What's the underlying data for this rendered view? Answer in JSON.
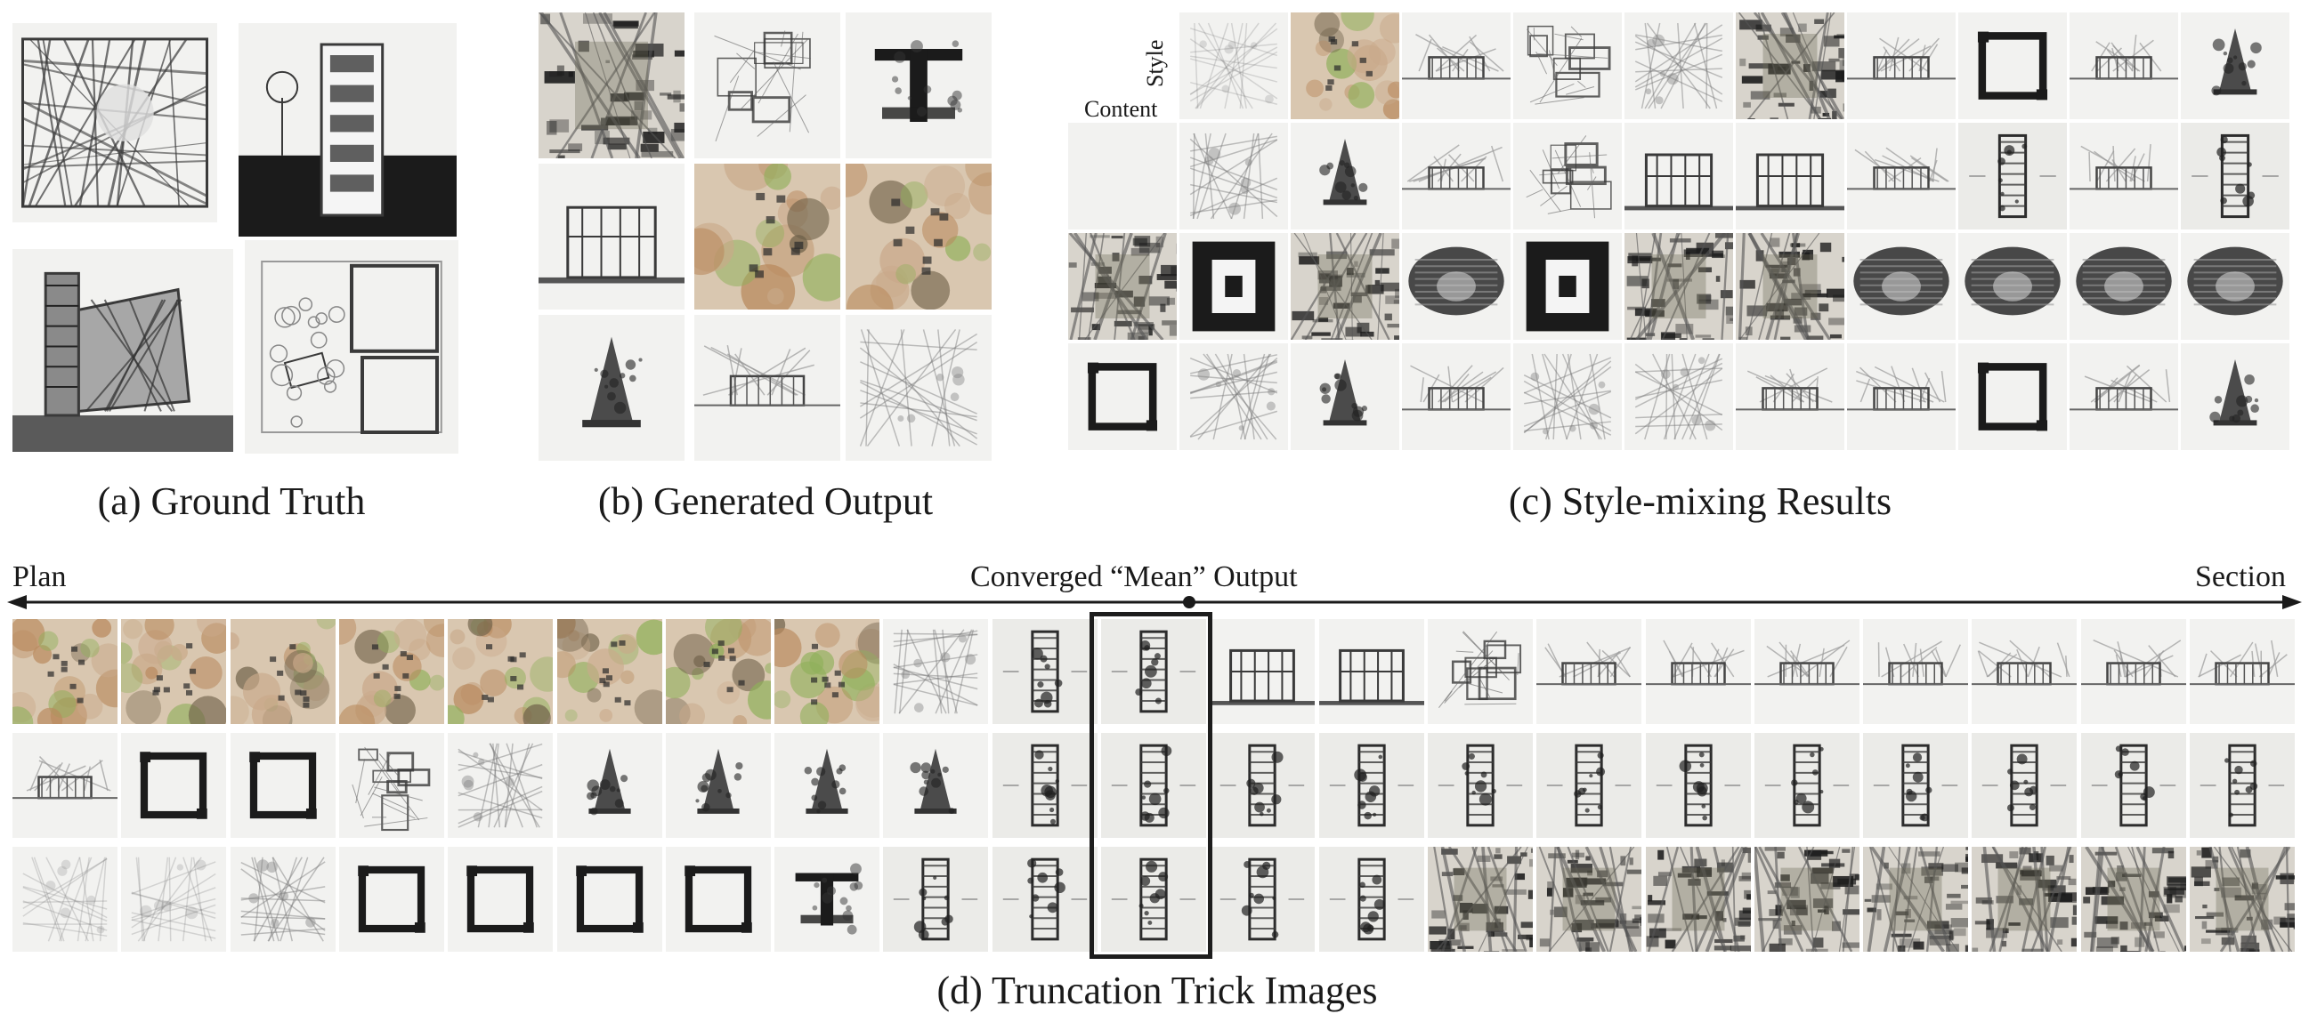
{
  "captions": {
    "a": "(a) Ground Truth",
    "b": "(b) Generated Output",
    "c": "(c) Style-mixing Results",
    "d": "(d) Truncation Trick Images"
  },
  "panel_c": {
    "style_label": "Style",
    "content_label": "Content"
  },
  "truncation_axis": {
    "left_label": "Plan",
    "center_label": "Converged “Mean” Output",
    "right_label": "Section"
  },
  "tints": {
    "plan": "#3a3a3a",
    "section": "#2a2a2a",
    "color_blotch": "#b98a5e",
    "green": "#8fb05a",
    "paper": "#f2f2f0",
    "dark_mass": "#1b1b1b"
  },
  "panel_a_tiles": [
    "plan-drawing",
    "section-drawing",
    "perspective-section-drawing",
    "garden-plan-drawing"
  ],
  "panel_b_tiles": [
    "dark-texture",
    "sketch-plan",
    "dark-glyph",
    "section-sketch",
    "color-texture",
    "color-blotch",
    "tree-sketch",
    "landscape-sketch",
    "faint-plan"
  ],
  "panel_c_rows": [
    [
      "blank",
      "faint-dots",
      "color-blotch",
      "landscape-sketch",
      "sketch-plan",
      "faint-plan",
      "dark-texture",
      "landscape-sketch",
      "square-ring",
      "landscape-sketch",
      "tree-sketch"
    ],
    [
      "blank",
      "faint-plan",
      "tree-sketch",
      "landscape-sketch",
      "sketch-plan",
      "section-sketch",
      "section-sketch",
      "landscape-sketch",
      "plan-column",
      "landscape-sketch",
      "plan-column"
    ],
    [
      "dark-texture",
      "dark-block",
      "dark-texture",
      "dark-blob",
      "dark-block",
      "dark-texture",
      "dark-texture",
      "dark-blob",
      "dark-blob",
      "dark-blob",
      "dark-blob"
    ],
    [
      "square-ring",
      "faint-plan",
      "tree-sketch",
      "landscape-sketch",
      "faint-plan",
      "faint-plan",
      "landscape-sketch",
      "landscape-sketch",
      "square-ring",
      "landscape-sketch",
      "tree-sketch"
    ]
  ],
  "panel_d_rows": [
    [
      "color-blotch",
      "color-blotch",
      "color-blotch",
      "color-blotch",
      "color-blotch",
      "color-blotch",
      "color-blotch",
      "color-blotch",
      "faint-plan",
      "plan-column",
      "plan-column",
      "section-sketch",
      "section-sketch",
      "sketch-plan",
      "landscape-sketch",
      "landscape-sketch",
      "landscape-sketch",
      "landscape-sketch",
      "landscape-sketch",
      "landscape-sketch",
      "landscape-sketch"
    ],
    [
      "landscape-sketch",
      "square-ring",
      "square-ring",
      "sketch-plan",
      "faint-plan",
      "tree-sketch",
      "tree-sketch",
      "tree-sketch",
      "tree-sketch",
      "plan-column",
      "plan-column",
      "plan-column",
      "plan-column",
      "plan-column",
      "plan-column",
      "plan-column",
      "plan-column",
      "plan-column",
      "plan-column",
      "plan-column",
      "plan-column"
    ],
    [
      "faint-dots",
      "faint-dots",
      "faint-plan",
      "square-ring",
      "square-ring",
      "square-ring",
      "square-ring",
      "dark-glyph",
      "plan-column",
      "plan-column",
      "plan-column",
      "plan-column",
      "plan-column",
      "dark-texture",
      "dark-texture",
      "dark-texture",
      "dark-texture",
      "dark-texture",
      "dark-texture",
      "dark-texture",
      "dark-texture"
    ]
  ],
  "panel_d_mean_index": 10
}
